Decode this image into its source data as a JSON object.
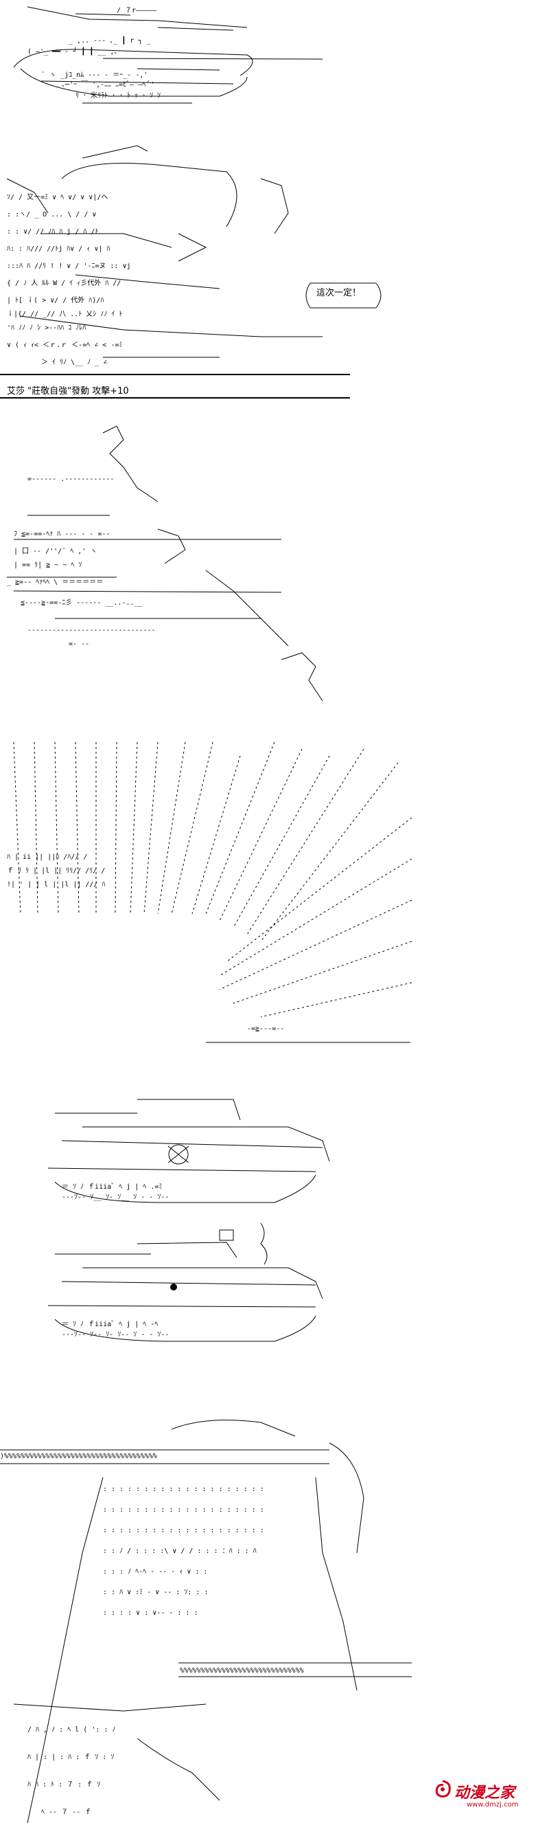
{
  "panels": {
    "tank_top": {
      "label": "ascii-art tank scene"
    },
    "speech": {
      "bubble_text": "這次一定！"
    },
    "caption": {
      "text": "艾莎 \"莊敬自強\"發動 攻擊+10"
    },
    "explosion_1": {
      "label": "ascii-art impact"
    },
    "speed_lines": {
      "label": "ascii-art speed lines"
    },
    "tank_pair": {
      "label": "ascii-art tanks"
    },
    "final_scene": {
      "label": "ascii-art closing scene"
    }
  },
  "watermark": {
    "text": "动漫之家",
    "url": "www.dmzj.com",
    "color": "#d0021b"
  }
}
